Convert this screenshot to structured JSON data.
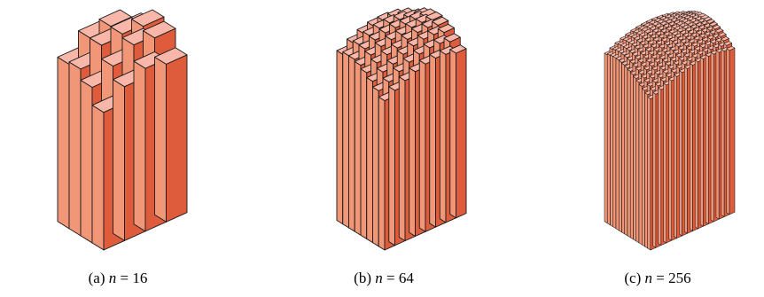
{
  "figure": {
    "colors": {
      "top": "#F9B7A9",
      "front": "#F29678",
      "side": "#DE5B3B",
      "edge": "#1a1a1a"
    },
    "panels": [
      {
        "label": "(a)",
        "var": "n",
        "eq": "=",
        "value": "16",
        "grid": 4
      },
      {
        "label": "(b)",
        "var": "n",
        "eq": "=",
        "value": "64",
        "grid": 8
      },
      {
        "label": "(c)",
        "var": "n",
        "eq": "=",
        "value": "256",
        "grid": 16
      }
    ]
  }
}
